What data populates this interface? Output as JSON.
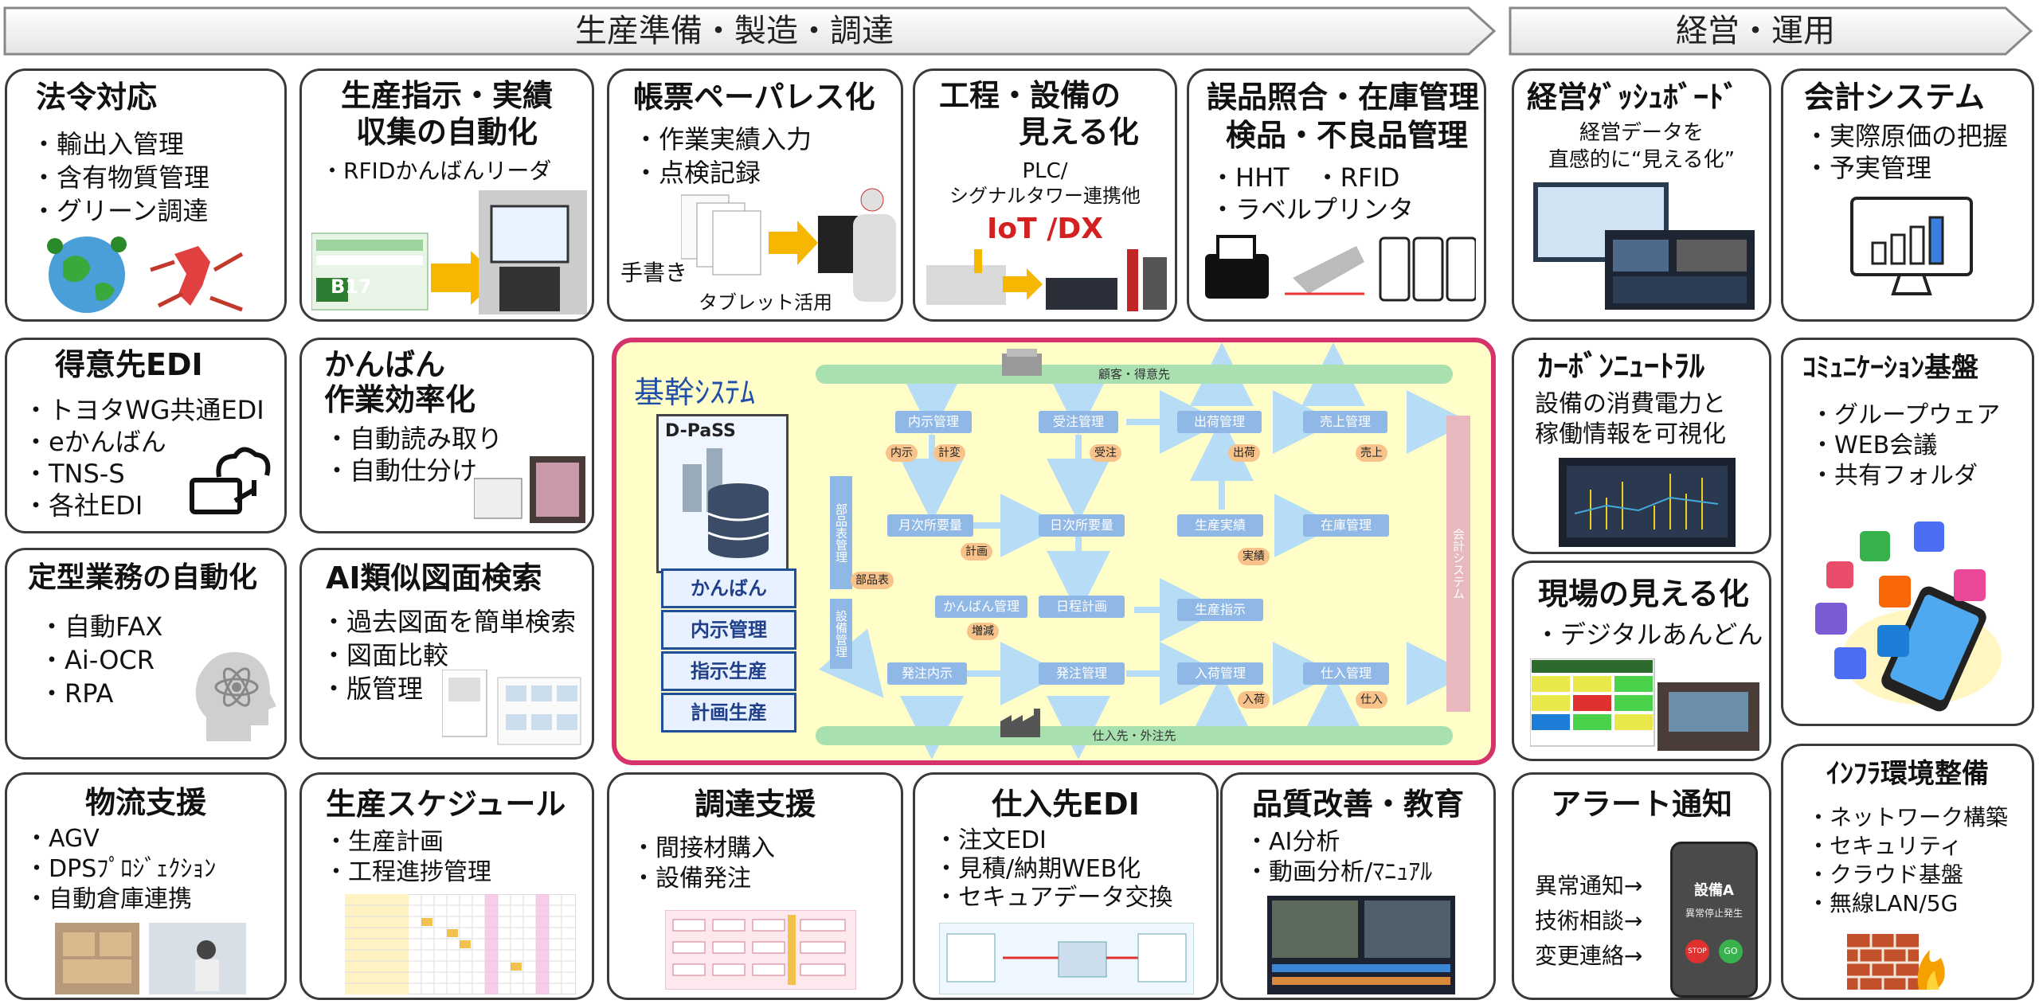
{
  "banners": {
    "left": "生産準備・製造・調達",
    "right": "経営・運用"
  },
  "cards": {
    "legal": {
      "title": "法令対応",
      "items": [
        "・輸出入管理",
        "・含有物質管理",
        "・グリーン調達"
      ]
    },
    "prod_instr": {
      "title1": "生産指示・実績",
      "title2": "収集の自動化",
      "items": [
        "・RFIDかんばんリーダ"
      ],
      "label_code": "B17"
    },
    "paperless": {
      "title": "帳票ペーパレス化",
      "items": [
        "・作業実績入力",
        "・点検記録"
      ],
      "note1": "手書き",
      "note2": "タブレット活用"
    },
    "visual": {
      "title1": "工程・設備の",
      "title2": "見える化",
      "sub1": "PLC/",
      "sub2": "シグナルタワー連携他",
      "iot": "IoT /DX"
    },
    "inventory": {
      "title1": "誤品照合・在庫管理",
      "title2": "検品・不良品管理",
      "items": [
        "・HHT　・RFID",
        "・ラベルプリンタ"
      ]
    },
    "dashboard": {
      "title": "経営ﾀﾞｯｼｭﾎﾞｰﾄﾞ",
      "sub1": "経営データを",
      "sub2": "直感的に“見える化”"
    },
    "accounting": {
      "title": "会計システム",
      "items": [
        "・実際原価の把握",
        "・予実管理"
      ]
    },
    "edi": {
      "title": "得意先EDI",
      "items": [
        "・トヨタWG共通EDI",
        "・eかんばん",
        "・TNS-S",
        "・各社EDI"
      ]
    },
    "kanban": {
      "title1": "かんばん",
      "title2": "作業効率化",
      "items": [
        "・自動読み取り",
        "・自動仕分け"
      ]
    },
    "carbon": {
      "title": "ｶｰﾎﾞﾝﾆｭｰﾄﾗﾙ",
      "items": [
        "設備の消費電力と",
        "稼働情報を可視化"
      ]
    },
    "comm": {
      "title": "ｺﾐｭﾆｹｰｼｮﾝ基盤",
      "items": [
        "・グループウェア",
        "・WEB会議",
        "・共有フォルダ"
      ]
    },
    "routine": {
      "title": "定型業務の自動化",
      "items": [
        "・自動FAX",
        "・Ai-OCR",
        "・RPA"
      ]
    },
    "ai_search": {
      "title": "AI類似図面検索",
      "items": [
        "・過去図面を簡単検索",
        "・図面比較",
        "・版管理"
      ]
    },
    "genba": {
      "title": "現場の見える化",
      "items": [
        "・デジタルあんどん"
      ]
    },
    "logistics": {
      "title": "物流支援",
      "items": [
        "・AGV",
        "・DPSﾌﾟﾛｼﾞｪｸｼｮﾝ",
        "・自動倉庫連携"
      ]
    },
    "schedule": {
      "title": "生産スケジュール",
      "items": [
        "・生産計画",
        "・工程進捗管理"
      ]
    },
    "procure": {
      "title": "調達支援",
      "items": [
        "・間接材購入",
        "・設備発注"
      ]
    },
    "supplier_edi": {
      "title": "仕入先EDI",
      "items": [
        "・注文EDI",
        "・見積/納期WEB化",
        "・セキュアデータ交換"
      ]
    },
    "quality": {
      "title": "品質改善・教育",
      "items": [
        "・AI分析",
        "・動画分析/ﾏﾆｭｱﾙ"
      ]
    },
    "alert": {
      "title": "アラート通知",
      "items": [
        "異常通知→",
        "技術相談→",
        "変更連絡→"
      ],
      "phone_title": "設備A",
      "phone_msg": "異常停止発生",
      "stop": "STOP",
      "go": "GO"
    },
    "infra": {
      "title": "ｲﾝﾌﾗ環境整備",
      "items": [
        "・ネットワーク構築",
        "・セキュリティ",
        "・クラウド基盤",
        "・無線LAN/5G"
      ]
    }
  },
  "core": {
    "title": "基幹ｼｽﾃﾑ",
    "logo": "D-PaSS",
    "buttons": [
      "かんばん",
      "内示管理",
      "指示生産",
      "計画生産"
    ],
    "top_bar": "顧客・得意先",
    "bottom_bar": "仕入先・外注先",
    "left_bar1": "部品表管理",
    "left_bar2": "設備管理",
    "right_bar": "会計システム",
    "nodes": {
      "naiji": "内示管理",
      "juchu": "受注管理",
      "shukka": "出荷管理",
      "uriage": "売上管理",
      "getsuji": "月次所要量",
      "nichiji": "日次所要量",
      "seisan_jisseki": "生産実績",
      "zaiko": "在庫管理",
      "kanban_kanri": "かんばん管理",
      "nittei": "日程計画",
      "seisan_shiji": "生産指示",
      "hacchu_naiji": "発注内示",
      "hacchu": "発注管理",
      "nyuka": "入荷管理",
      "shiire": "仕入管理"
    },
    "tags": {
      "naiji": "内示",
      "keihen": "計変",
      "juchu": "受注",
      "shukka": "出荷",
      "uriage": "売上",
      "keikaku": "計画",
      "buhinhyo": "部品表",
      "jisseki": "実績",
      "zougen": "増減",
      "nyuka": "入荷",
      "shiire": "仕入"
    }
  },
  "colors": {
    "banner_border": "#888888",
    "core_border": "#d6336c",
    "core_bg": "#fffec8",
    "flow_box": "#8fb8e6",
    "flow_bar": "#a8e0b0"
  }
}
